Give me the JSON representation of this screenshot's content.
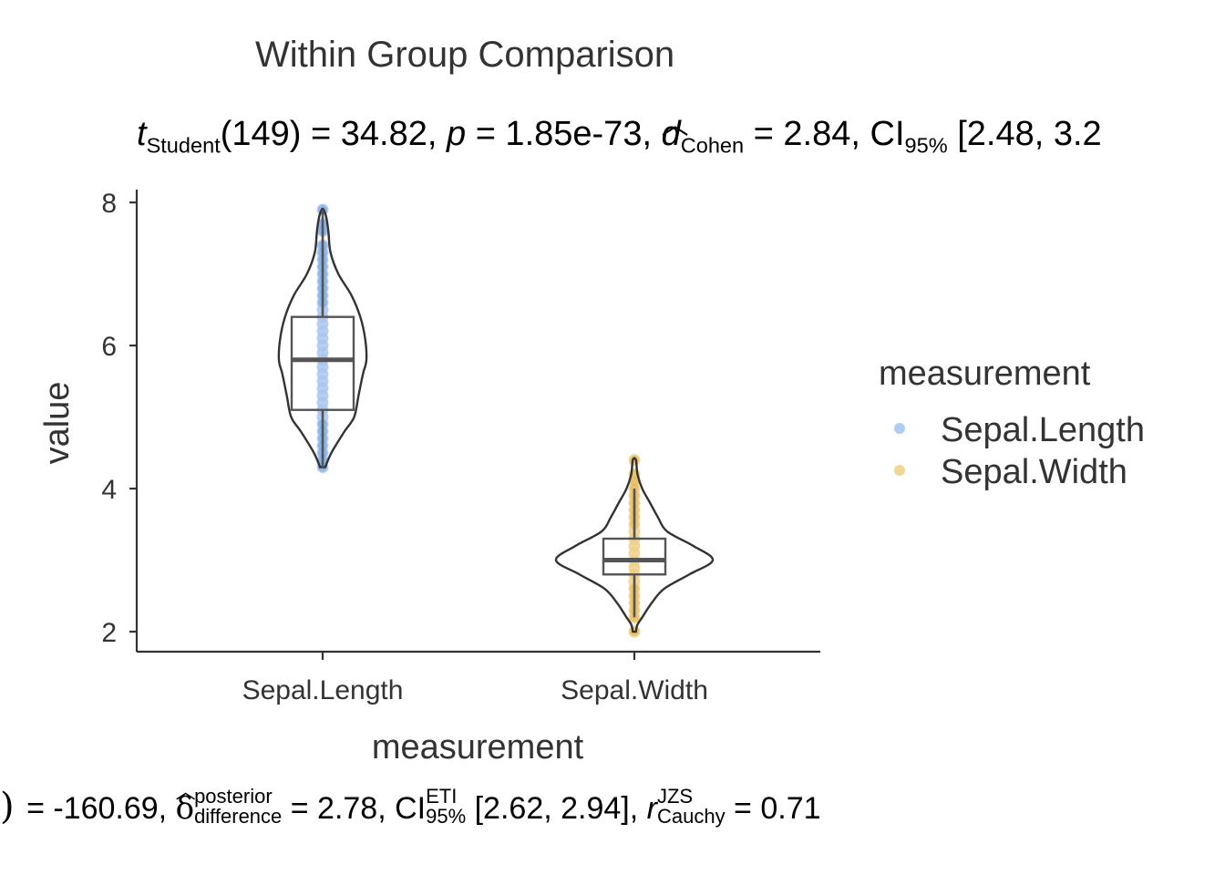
{
  "chart_data": {
    "type": "violin",
    "title": "Within Group Comparison",
    "subtitle": {
      "t_label": "t",
      "t_sub": "Student",
      "df_stat": "(149) = 34.82,",
      "p_label": "p",
      "p_value": "= 1.85e-73,",
      "d_label": "d",
      "d_sub": "Cohen",
      "d_value": "= 2.84,",
      "ci_label": "CI",
      "ci_sub": "95%",
      "ci_value": "[2.48, 3.2"
    },
    "caption": {
      "lead": ")",
      "bf_value": "= -160.69,",
      "delta_label": "δ",
      "delta_sup": "posterior",
      "delta_sub": "difference",
      "delta_value": "= 2.78,",
      "ci_label": "CI",
      "ci_sup": "ETI",
      "ci_sub": "95%",
      "ci_value": "[2.62, 2.94],",
      "r_label": "r",
      "r_sup": "JZS",
      "r_sub": "Cauchy",
      "r_value": "= 0.71"
    },
    "xlabel": "measurement",
    "ylabel": "value",
    "categories": [
      "Sepal.Length",
      "Sepal.Width"
    ],
    "ylim": [
      1.72,
      8.18
    ],
    "yticks": [
      "2",
      "4",
      "6",
      "8"
    ],
    "legend": {
      "title": "measurement",
      "position": "right",
      "entries": [
        "Sepal.Length",
        "Sepal.Width"
      ]
    },
    "colors": {
      "Sepal.Length": "#a9c6ef",
      "Sepal.Length_dark": "#6f9ee0",
      "Sepal.Width": "#f0d08a",
      "Sepal.Width_dark": "#e3b24e",
      "outline": "#333333",
      "box": "#555555"
    },
    "series": [
      {
        "name": "Sepal.Length",
        "box": {
          "min": 4.3,
          "q1": 5.1,
          "median": 5.8,
          "q3": 6.4,
          "max": 7.9
        },
        "values": [
          4.3,
          4.4,
          4.5,
          4.6,
          4.7,
          4.8,
          4.9,
          5.0,
          5.1,
          5.2,
          5.3,
          5.4,
          5.5,
          5.6,
          5.7,
          5.8,
          5.9,
          6.0,
          6.1,
          6.2,
          6.3,
          6.4,
          6.5,
          6.6,
          6.7,
          6.8,
          6.9,
          7.0,
          7.1,
          7.2,
          7.3,
          7.4,
          7.6,
          7.7,
          7.9
        ],
        "density": [
          [
            4.3,
            0.06
          ],
          [
            4.5,
            0.2
          ],
          [
            4.8,
            0.5
          ],
          [
            5.0,
            0.72
          ],
          [
            5.3,
            0.82
          ],
          [
            5.6,
            0.92
          ],
          [
            5.8,
            1.0
          ],
          [
            6.1,
            0.97
          ],
          [
            6.4,
            0.86
          ],
          [
            6.7,
            0.66
          ],
          [
            7.0,
            0.36
          ],
          [
            7.3,
            0.18
          ],
          [
            7.6,
            0.13
          ],
          [
            7.8,
            0.08
          ],
          [
            7.9,
            0.02
          ]
        ]
      },
      {
        "name": "Sepal.Width",
        "box": {
          "min": 2.2,
          "q1": 2.8,
          "median": 3.0,
          "q3": 3.3,
          "max": 4.0
        },
        "values": [
          2.0,
          2.2,
          2.3,
          2.4,
          2.5,
          2.6,
          2.7,
          2.8,
          2.9,
          3.0,
          3.1,
          3.2,
          3.3,
          3.4,
          3.5,
          3.6,
          3.7,
          3.8,
          3.9,
          4.0,
          4.1,
          4.2,
          4.4
        ],
        "density": [
          [
            2.0,
            0.02
          ],
          [
            2.1,
            0.04
          ],
          [
            2.2,
            0.1
          ],
          [
            2.4,
            0.22
          ],
          [
            2.6,
            0.38
          ],
          [
            2.8,
            0.7
          ],
          [
            3.0,
            1.0
          ],
          [
            3.2,
            0.75
          ],
          [
            3.4,
            0.42
          ],
          [
            3.6,
            0.3
          ],
          [
            3.8,
            0.2
          ],
          [
            4.0,
            0.1
          ],
          [
            4.2,
            0.04
          ],
          [
            4.4,
            0.02
          ]
        ]
      }
    ]
  }
}
